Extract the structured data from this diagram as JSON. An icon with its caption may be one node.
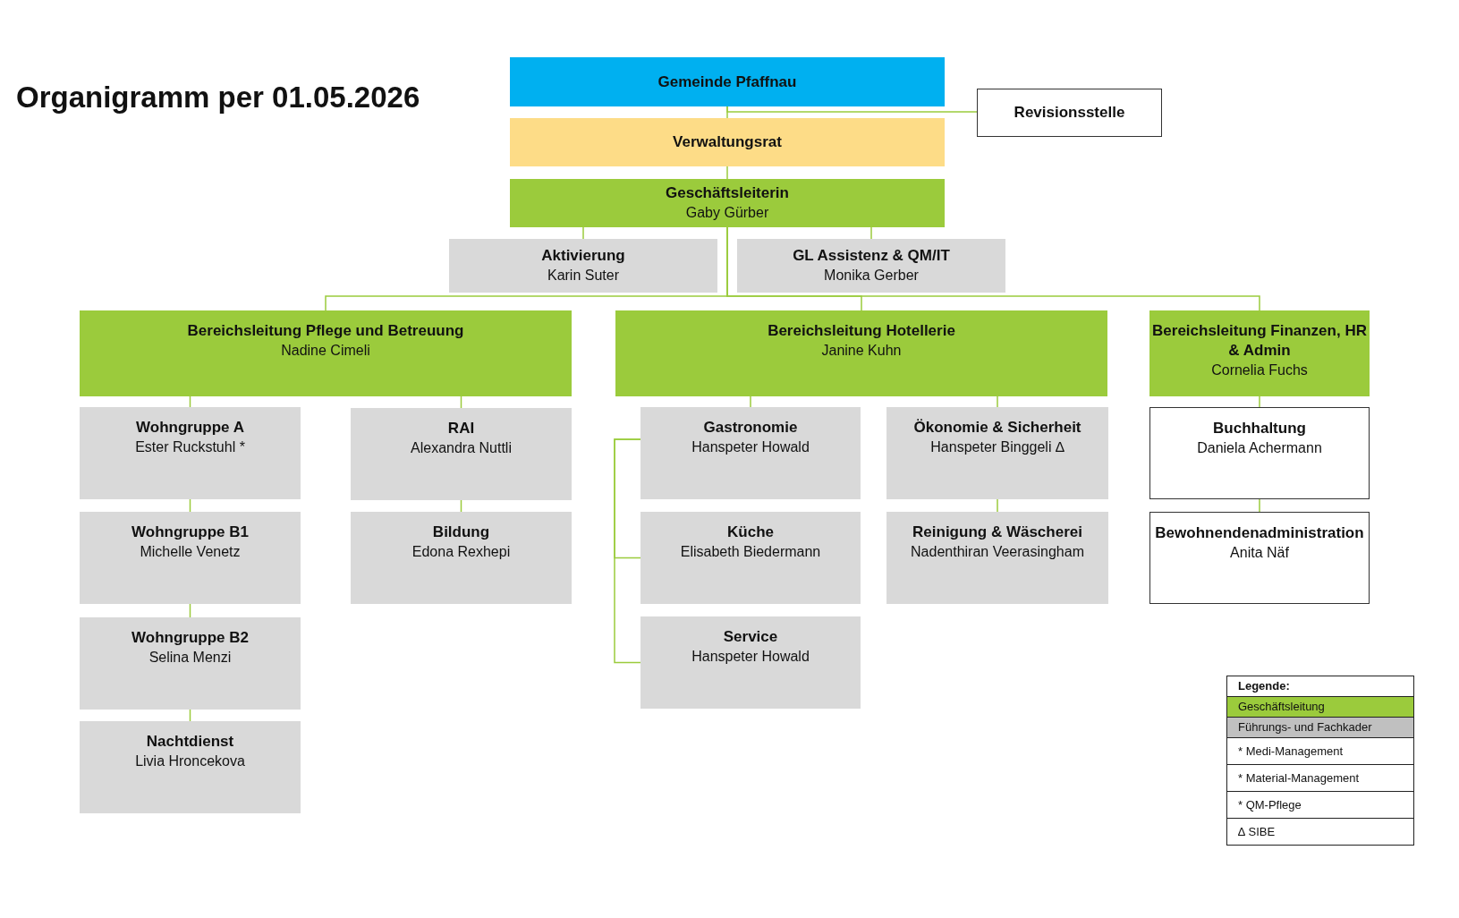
{
  "diagram": {
    "title": "Organigramm per 01.05.2026",
    "nodes": [
      {
        "text": [
          "Gemeinde Pfaffnau"
        ]
      },
      {
        "text": [
          "Revisionsstelle"
        ]
      },
      {
        "text": [
          "Verwaltungsrat"
        ]
      },
      {
        "text": [
          "Geschäftsleiterin",
          "Gaby Gürber"
        ]
      },
      {
        "text": [
          "Aktivierung",
          "Karin Suter"
        ]
      },
      {
        "text": [
          "GL Assistenz & QM/IT",
          "Monika Gerber"
        ]
      },
      {
        "text": [
          "Bereichsleitung Pflege und Betreuung",
          "Nadine Cimeli"
        ]
      },
      {
        "text": [
          "Bereichsleitung Hotellerie",
          "Janine Kuhn"
        ]
      },
      {
        "text": [
          "Bereichsleitung Finanzen, HR & Admin",
          "Cornelia Fuchs"
        ]
      },
      {
        "text": [
          "Wohngruppe A",
          "Ester Ruckstuhl *"
        ]
      },
      {
        "text": [
          "RAI",
          "Alexandra Nuttli"
        ]
      },
      {
        "text": [
          "Gastronomie",
          "Hanspeter Howald"
        ]
      },
      {
        "text": [
          "Ökonomie & Sicherheit",
          "Hanspeter Binggeli ∆"
        ]
      },
      {
        "text": [
          "Buchhaltung",
          "Daniela Achermann"
        ]
      },
      {
        "text": [
          "Wohngruppe B1",
          "Michelle Venetz"
        ]
      },
      {
        "text": [
          "Bildung",
          "Edona Rexhepi"
        ]
      },
      {
        "text": [
          "Küche",
          "Elisabeth Biedermann"
        ]
      },
      {
        "text": [
          "Reinigung & Wäscherei",
          "Nadenthiran Veerasingham"
        ]
      },
      {
        "text": [
          "Bewohnendenadministration",
          "Anita Näf"
        ]
      },
      {
        "text": [
          "Wohngruppe B2",
          "Selina Menzi"
        ]
      },
      {
        "text": [
          "Service",
          "Hanspeter Howald"
        ]
      },
      {
        "text": [
          "Nachtdienst",
          "Livia Hroncekova"
        ]
      }
    ],
    "edges": [
      {
        "from": 0,
        "to": 2,
        "arrow": "none"
      },
      {
        "from": 0,
        "to": 1,
        "arrow": "none"
      },
      {
        "from": 2,
        "to": 3,
        "arrow": "none"
      },
      {
        "from": 3,
        "to": 4,
        "arrow": "none"
      },
      {
        "from": 3,
        "to": 5,
        "arrow": "none"
      },
      {
        "from": 3,
        "to": 6,
        "arrow": "none"
      },
      {
        "from": 3,
        "to": 7,
        "arrow": "none"
      },
      {
        "from": 3,
        "to": 8,
        "arrow": "none"
      },
      {
        "from": 6,
        "to": 9,
        "arrow": "none"
      },
      {
        "from": 9,
        "to": 14,
        "arrow": "none"
      },
      {
        "from": 14,
        "to": 19,
        "arrow": "none"
      },
      {
        "from": 19,
        "to": 21,
        "arrow": "none"
      },
      {
        "from": 6,
        "to": 10,
        "arrow": "none"
      },
      {
        "from": 10,
        "to": 15,
        "arrow": "none"
      },
      {
        "from": 7,
        "to": 11,
        "arrow": "none"
      },
      {
        "from": 11,
        "to": 16,
        "arrow": "none"
      },
      {
        "from": 11,
        "to": 20,
        "arrow": "none"
      },
      {
        "from": 7,
        "to": 12,
        "arrow": "none"
      },
      {
        "from": 12,
        "to": 17,
        "arrow": "none"
      },
      {
        "from": 8,
        "to": 13,
        "arrow": "none"
      },
      {
        "from": 13,
        "to": 18,
        "arrow": "none"
      }
    ],
    "labels": [
      "Legende:"
    ],
    "legend": [
      {
        "text": "Geschäftsleitung",
        "color": "#9bcb3c"
      },
      {
        "text": "Führungs- und Fachkader",
        "color": "#c0c0c0"
      },
      {
        "text": "* Medi-Management"
      },
      {
        "text": "* Material-Management"
      },
      {
        "text": "* QM-Pflege"
      },
      {
        "text": "∆ SIBE"
      }
    ]
  }
}
